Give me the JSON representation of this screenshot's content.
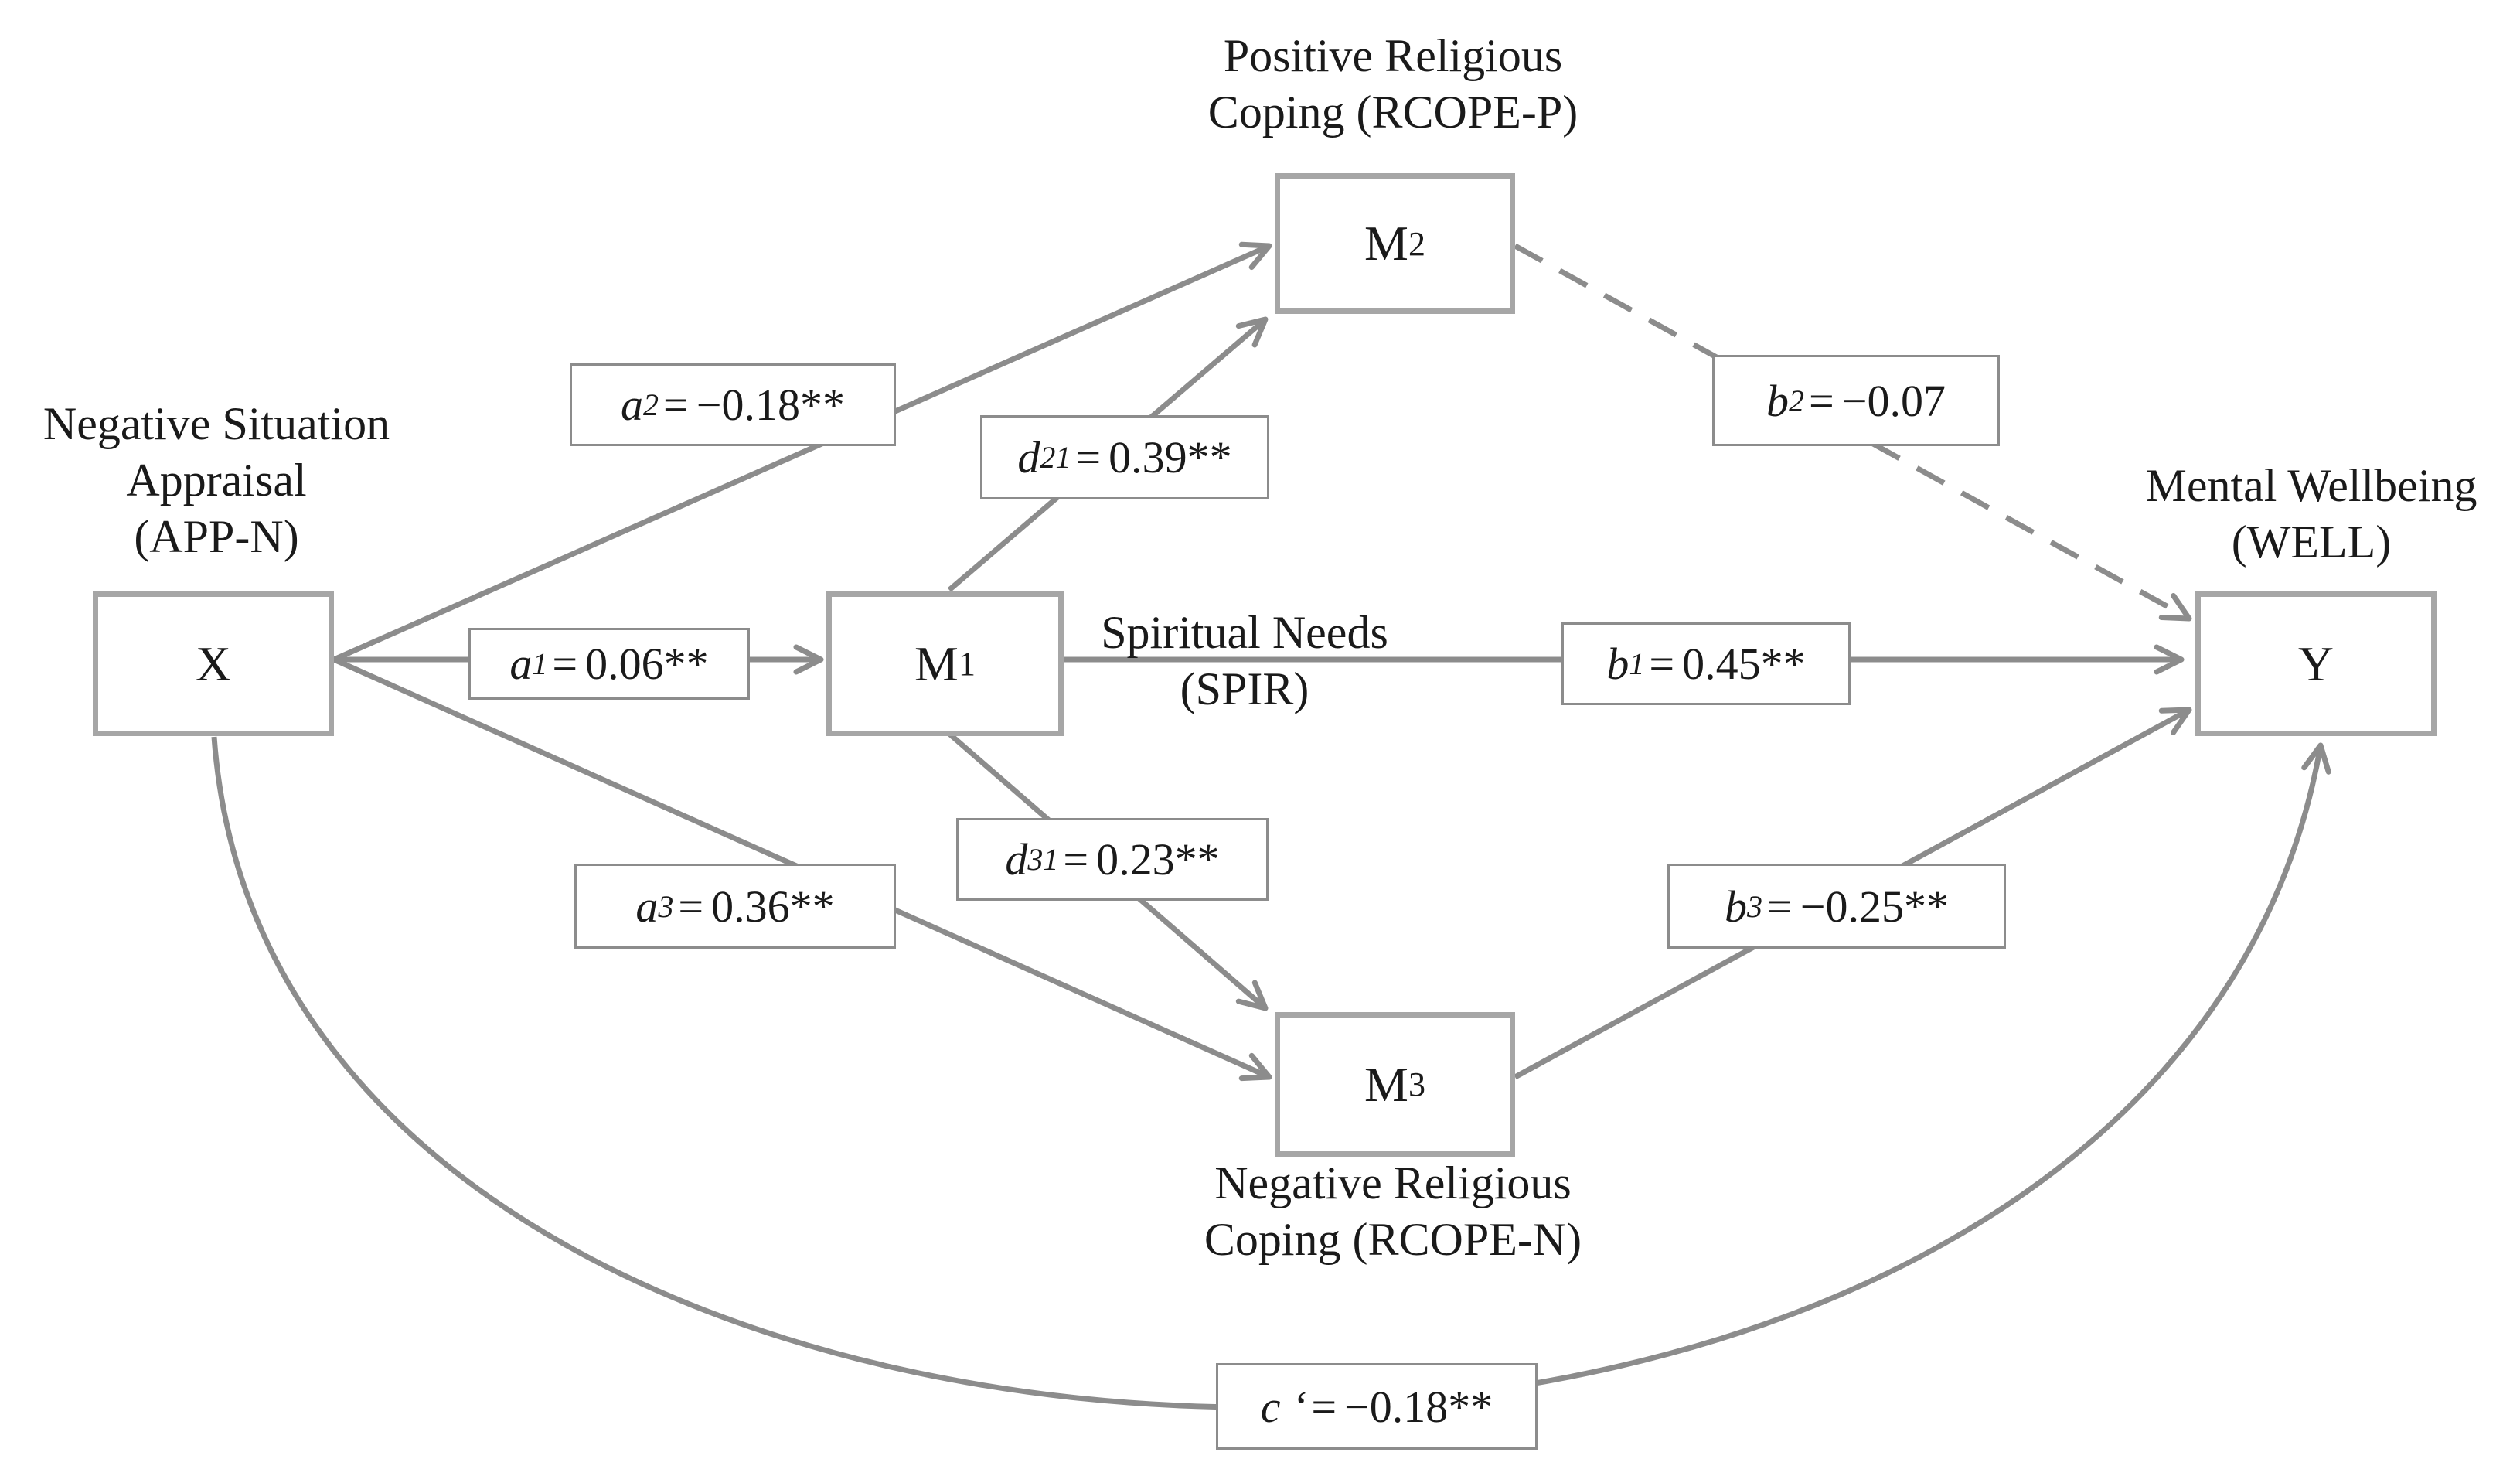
{
  "nodes": {
    "x": {
      "symbol": "X",
      "label": [
        "Negative Situation",
        "Appraisal",
        "(APP-N)"
      ]
    },
    "m1": {
      "symbol": "M",
      "sub": "1",
      "label": [
        "Spiritual Needs",
        "(SPIR)"
      ]
    },
    "m2": {
      "symbol": "M",
      "sub": "2",
      "label": [
        "Positive Religious",
        "Coping (RCOPE-P)"
      ]
    },
    "m3": {
      "symbol": "M",
      "sub": "3",
      "label": [
        "Negative Religious",
        "Coping (RCOPE-N)"
      ]
    },
    "y": {
      "symbol": "Y",
      "label": [
        "Mental Wellbeing",
        "(WELL)"
      ]
    }
  },
  "paths": {
    "a1": {
      "sym": "a",
      "sub": "1",
      "eq": "=",
      "value": "0.06**"
    },
    "a2": {
      "sym": "a",
      "sub": "2",
      "eq": "=",
      "value": "−0.18**"
    },
    "a3": {
      "sym": "a",
      "sub": "3",
      "eq": "=",
      "value": "0.36**"
    },
    "d21": {
      "sym": "d",
      "sub": "21",
      "eq": "=",
      "value": "0.39**"
    },
    "d31": {
      "sym": "d",
      "sub": "31",
      "eq": "=",
      "value": "0.23**"
    },
    "b1": {
      "sym": "b",
      "sub": "1",
      "eq": "=",
      "value": "0.45**"
    },
    "b2": {
      "sym": "b",
      "sub": "2",
      "eq": "=",
      "value": "−0.07"
    },
    "b3": {
      "sym": "b",
      "sub": "3",
      "eq": "=",
      "value": "−0.25**"
    },
    "c": {
      "sym": "c ‘",
      "eq": "=",
      "value": "−0.18**"
    }
  },
  "style": {
    "line_color": "#8c8c8c",
    "box_border_color": "#a6a6a6",
    "text_color": "#1a1a1a"
  }
}
